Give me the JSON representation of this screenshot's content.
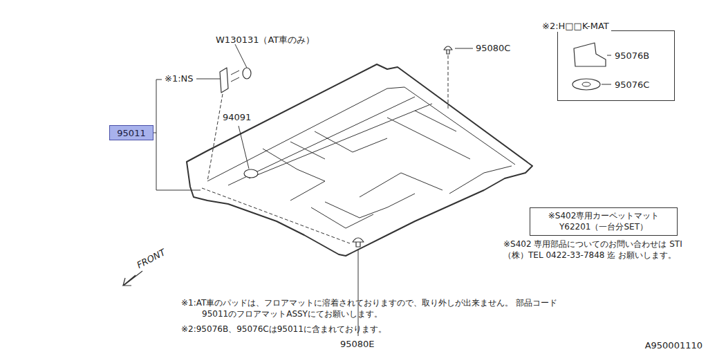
{
  "diagram": {
    "nodes": [
      {
        "text": [
          "95011"
        ]
      },
      {
        "text": [
          "※2:H□□K-MAT",
          "95076B",
          "95076C"
        ]
      },
      {
        "text": [
          "※S402専用カーペットマット Y62201（一台分SET）"
        ]
      }
    ],
    "labels": [
      "W130131（AT車のみ）",
      "※1:NS",
      "95080C",
      "94091",
      "95080E",
      "FRONT",
      "※S402 専用部品についてのお問い合わせは STI（株）TEL 0422-33-7848 迄 お願いします。",
      "※1:AT車のパッドは、フロアマットに溶着されておりますので、取り外しが出来ません。 部品コード95011のフロアマットASSYにてお願いします。",
      "※2:95076B、95076Cは95011に含まれております。",
      "A950001110"
    ]
  }
}
